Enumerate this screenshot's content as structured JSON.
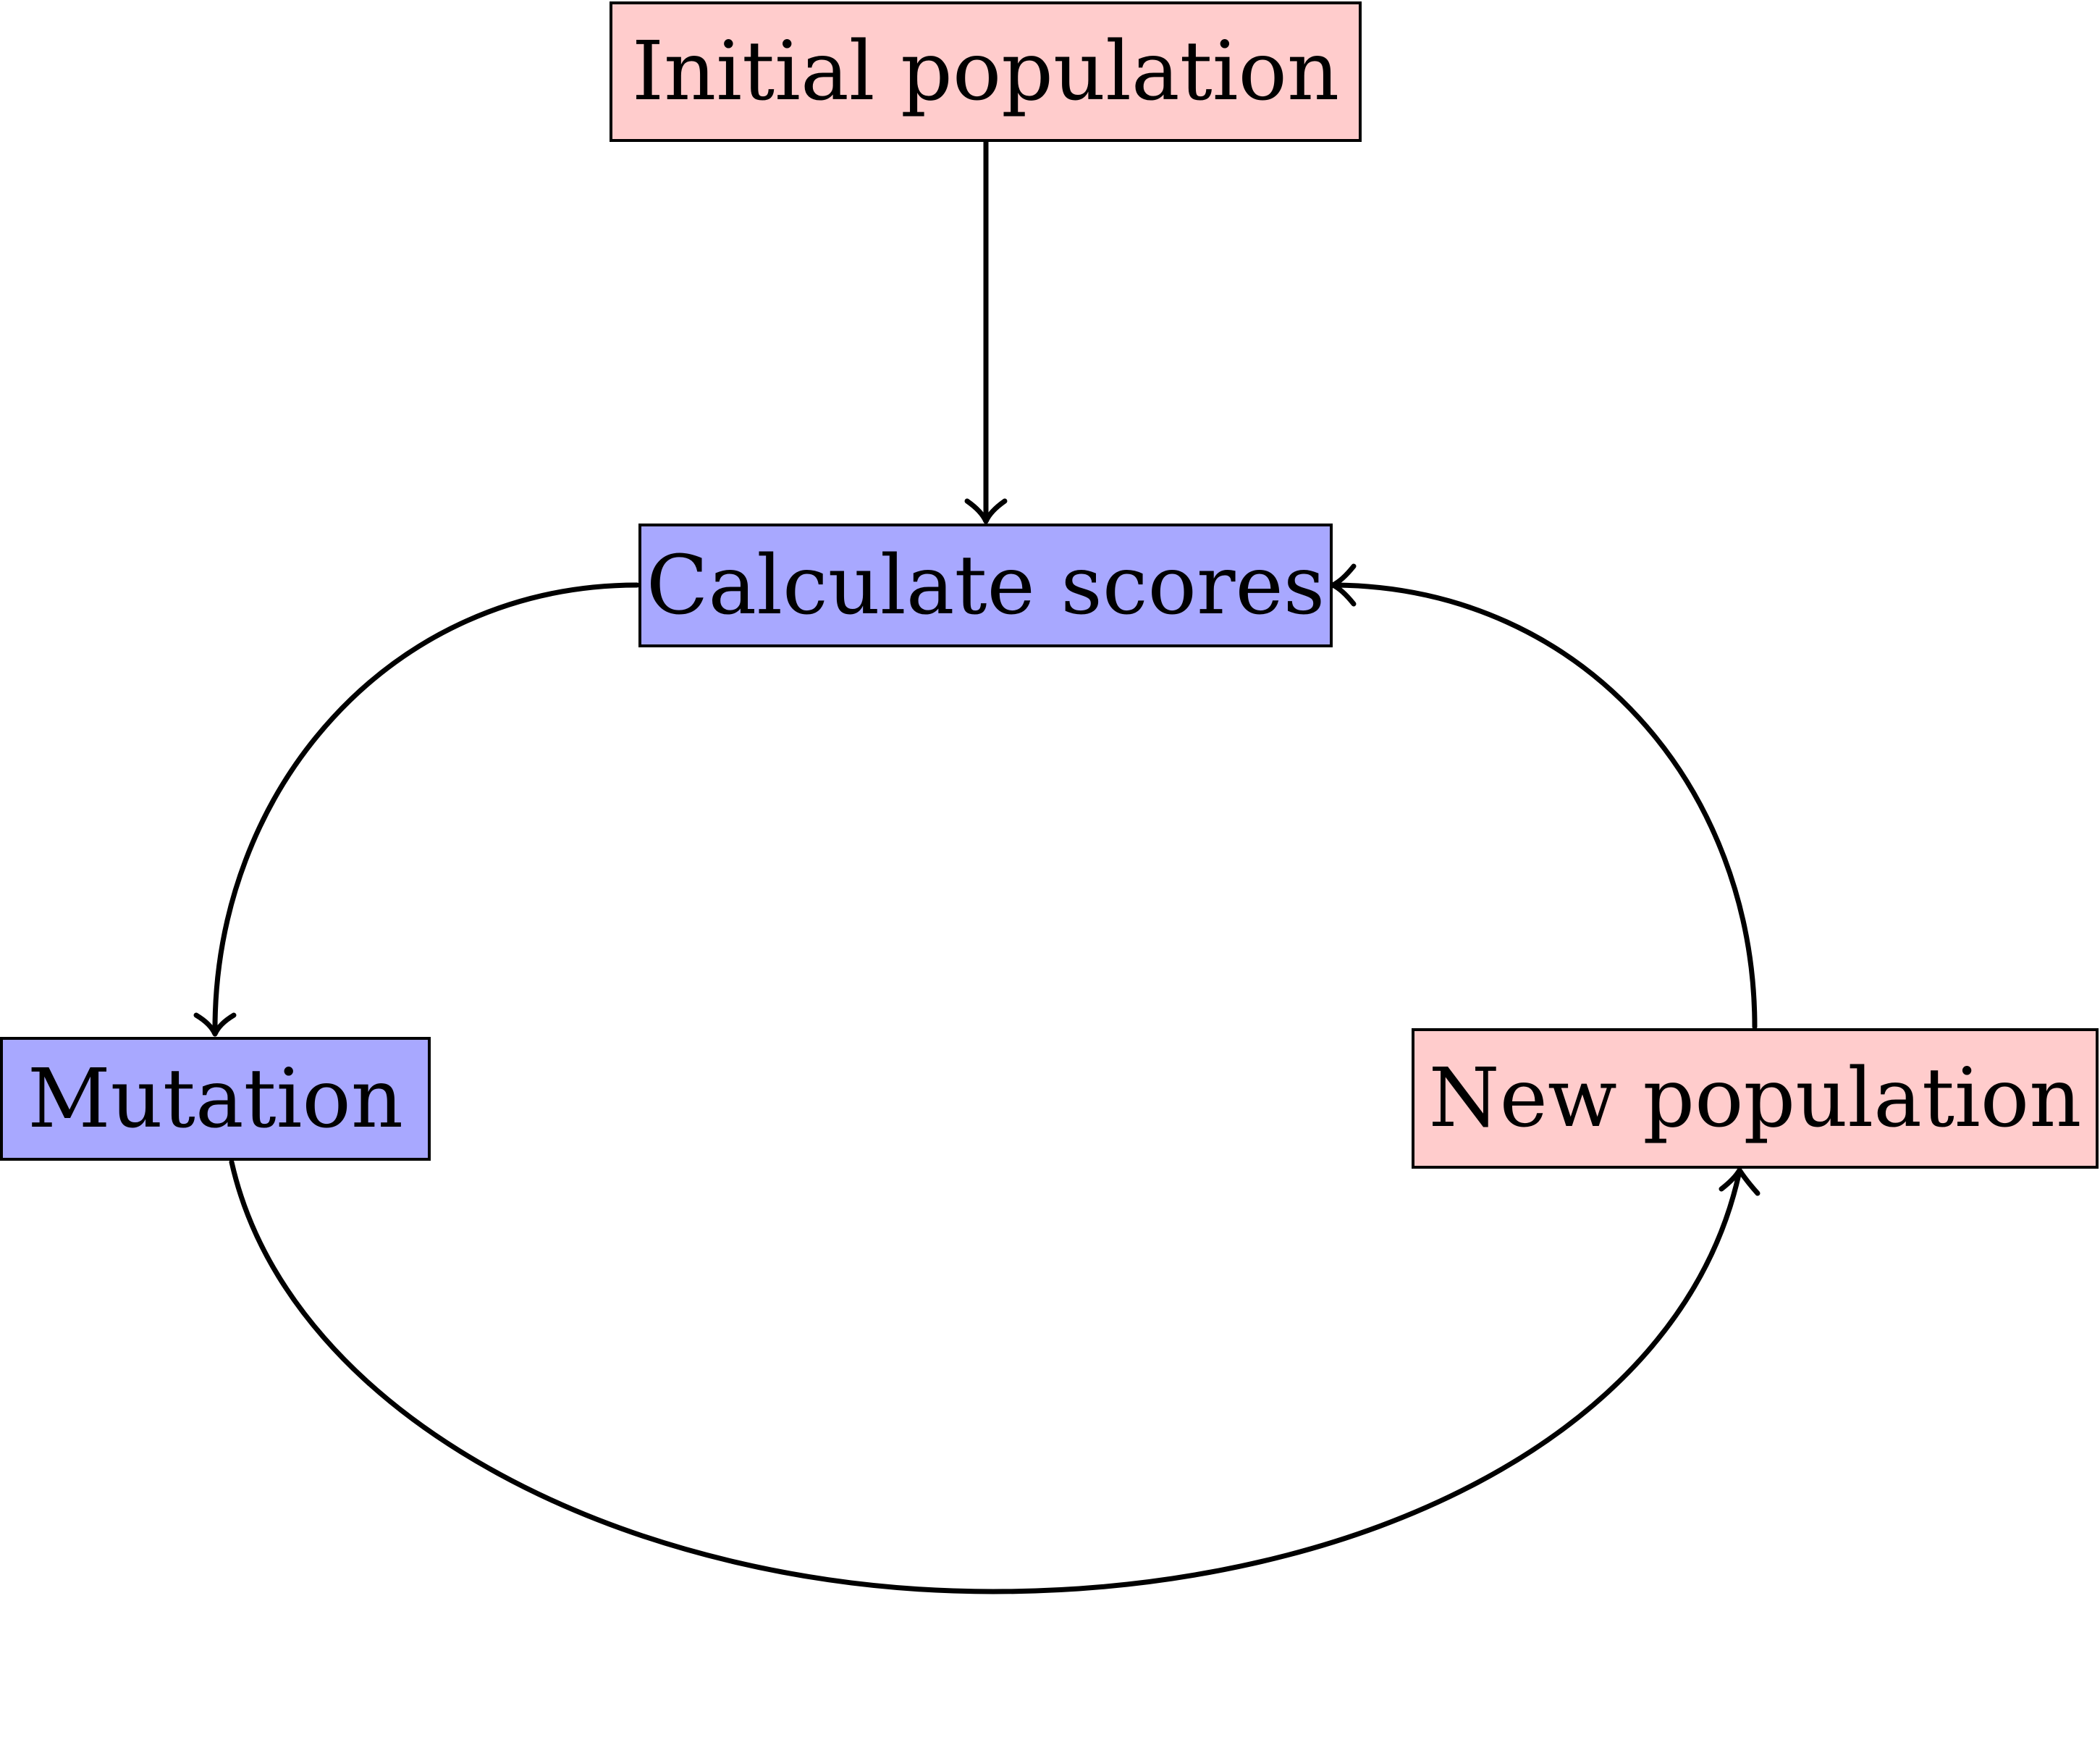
{
  "colors": {
    "pink_fill": "#ffcccc",
    "blue_fill": "#a8a8ff",
    "stroke": "#000000",
    "background": "#ffffff"
  },
  "nodes": {
    "initial_population": {
      "label": "Initial population",
      "fill": "#ffcccc"
    },
    "calculate_scores": {
      "label": "Calculate scores",
      "fill": "#a8a8ff"
    },
    "mutation": {
      "label": "Mutation",
      "fill": "#a8a8ff"
    },
    "new_population": {
      "label": "New population",
      "fill": "#ffcccc"
    }
  },
  "edges": [
    {
      "from": "initial_population",
      "to": "calculate_scores"
    },
    {
      "from": "calculate_scores",
      "to": "mutation"
    },
    {
      "from": "mutation",
      "to": "new_population"
    },
    {
      "from": "new_population",
      "to": "calculate_scores"
    }
  ]
}
